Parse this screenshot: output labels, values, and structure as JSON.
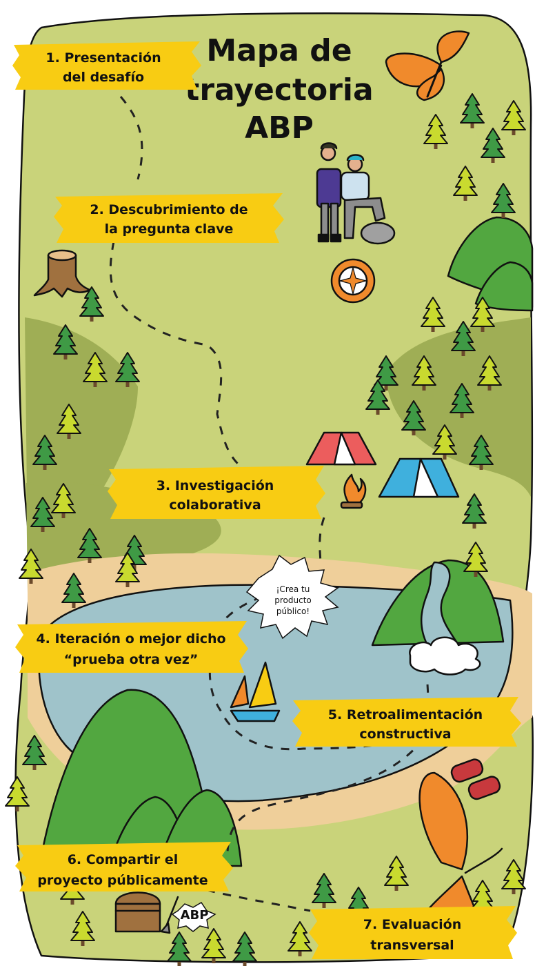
{
  "title": [
    "Mapa de",
    "trayectoria",
    "ABP"
  ],
  "steps": [
    {
      "lines": [
        "1. Presentación",
        "del desafío"
      ]
    },
    {
      "lines": [
        "2. Descubrimiento de",
        "la pregunta clave"
      ]
    },
    {
      "lines": [
        "3. Investigación",
        "colaborativa"
      ]
    },
    {
      "lines": [
        "4. Iteración o mejor dicho",
        "“prueba otra vez”"
      ]
    },
    {
      "lines": [
        "5. Retroalimentación",
        "constructiva"
      ]
    },
    {
      "lines": [
        "6. Compartir el",
        "proyecto públicamente"
      ]
    },
    {
      "lines": [
        "7. Evaluación",
        "transversal"
      ]
    }
  ],
  "callout": [
    "¡Crea tu",
    "producto",
    "público!"
  ],
  "treasure_badge": "ABP",
  "colors": {
    "land": "#c9d37a",
    "dark_land": "#9fae55",
    "water": "#9fc3ca",
    "sand": "#efcf9a",
    "banner": "#f8cc13",
    "mountain": "#52a740",
    "tree_green": "#3f9a45",
    "tree_lime": "#c9da2f"
  },
  "icons": [
    "butterfly-icon",
    "hikers-icon",
    "compass-icon",
    "tent-icon",
    "campfire-icon",
    "sailboat-icon",
    "binoculars-icon",
    "treasure-chest-icon",
    "tree-stump-icon",
    "cloud-icon",
    "pine-tree-icon"
  ]
}
